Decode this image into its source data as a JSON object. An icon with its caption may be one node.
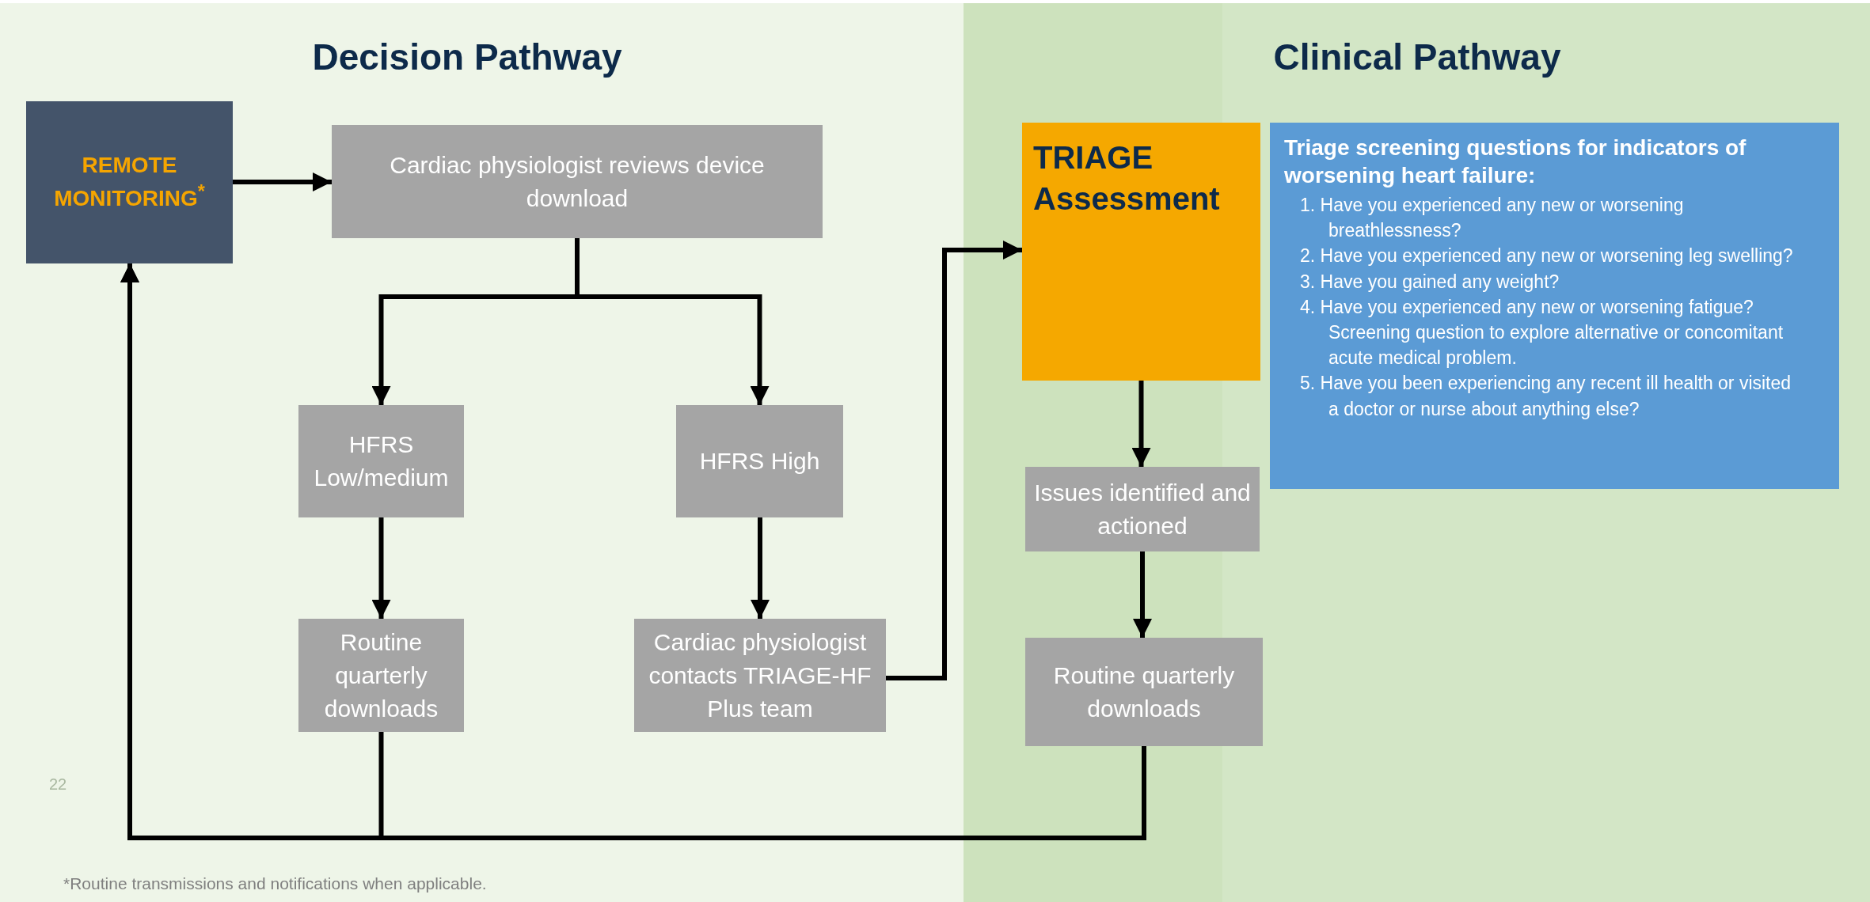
{
  "diagram": {
    "nodes": [
      {
        "text": [
          "REMOTE MONITORING$^{*}$"
        ]
      },
      {
        "text": [
          "Cardiac physiologist reviews device download"
        ]
      },
      {
        "text": [
          "HFRS Low/medium"
        ]
      },
      {
        "text": [
          "HFRS High"
        ]
      },
      {
        "text": [
          "Routine quarterly downloads"
        ]
      },
      {
        "text": [
          "Cardiac physiologist contacts TRIAGE-HF Plus team"
        ]
      },
      {
        "text": [
          "TRIAGE Assessment"
        ]
      },
      {
        "text": [
          "Triage screening questions for indicators of worsening heart failure:",
          "1. Have you experienced any new or worsening breathlessness?",
          "2. Have you experienced any new or worsening leg swelling?",
          "3. Have you gained any weight?",
          "4. Have you experienced any new or worsening fatigue? Screening question to explore alternative or concomitant acute medical problem.",
          "5. Have you been experiencing any recent ill health or visited a doctor or nurse about anything else?"
        ]
      },
      {
        "text": [
          "Issues identified and actioned"
        ]
      },
      {
        "text": [
          "Routine quarterly downloads"
        ]
      }
    ],
    "edges": [
      {
        "from": 0,
        "to": 1,
        "arrow": "to"
      },
      {
        "from": 1,
        "to": 2,
        "arrow": "to"
      },
      {
        "from": 1,
        "to": 3,
        "arrow": "to"
      },
      {
        "from": 2,
        "to": 4,
        "arrow": "to"
      },
      {
        "from": 3,
        "to": 5,
        "arrow": "to"
      },
      {
        "from": 5,
        "to": 6,
        "arrow": "to"
      },
      {
        "from": 6,
        "to": 8,
        "arrow": "to"
      },
      {
        "from": 8,
        "to": 9,
        "arrow": "to"
      },
      {
        "from": 4,
        "to": 0,
        "arrow": "to"
      },
      {
        "from": 9,
        "to": 0,
        "arrow": "to"
      }
    ],
    "labels": [
      "Decision Pathway",
      "Clinical Pathway",
      "22",
      "*Routine transmissions and notifications when applicable."
    ]
  }
}
